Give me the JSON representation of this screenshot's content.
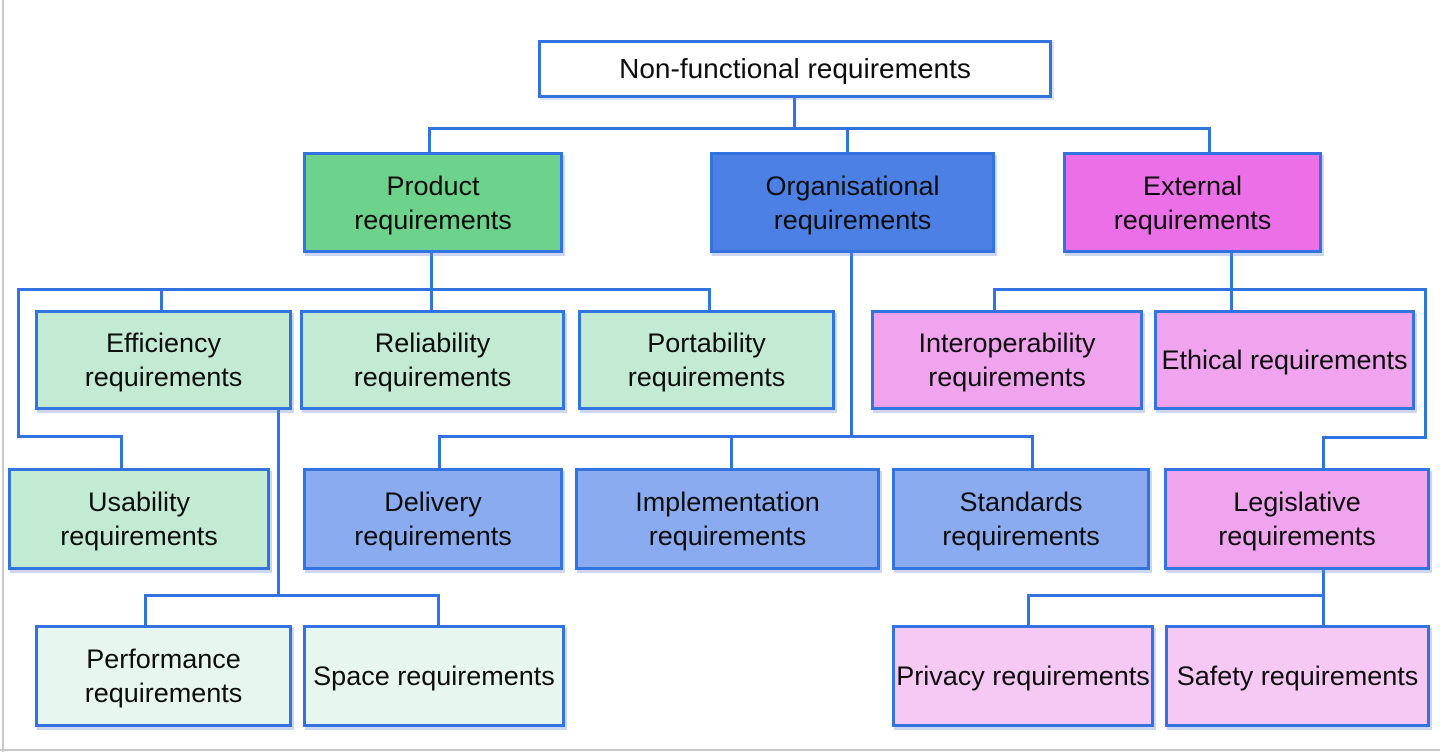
{
  "diagram": {
    "title": "Non-functional requirements",
    "type": "tree",
    "line_color": "#3273e0",
    "box_border_color": "#3273e0",
    "text_color": "#0d0d0d",
    "canvas_background": "#ffffff",
    "canvas_edge_color": "#c9c9c9",
    "category_colors": {
      "root": "#ffffff",
      "product": "#6dd28c",
      "organisational": "#4d80e4",
      "external": "#eb6fe6",
      "product_children": "#c3ead3",
      "organisational_children": "#8babf1",
      "external_children": "#f0a4ee",
      "efficiency_children": "#e7f6ee",
      "legislative_children": "#f5c9f3"
    }
  },
  "nodes": {
    "root": {
      "label": "Non-functional requirements",
      "fill": "#ffffff"
    },
    "product": {
      "label": "Product requirements",
      "fill": "#6dd28c"
    },
    "organisational": {
      "label": "Organisational requirements",
      "fill": "#4d80e4"
    },
    "external": {
      "label": "External requirements",
      "fill": "#eb6fe6"
    },
    "efficiency": {
      "label": "Efficiency requirements",
      "fill": "#c3ead3"
    },
    "reliability": {
      "label": "Reliability requirements",
      "fill": "#c3ead3"
    },
    "portability": {
      "label": "Portability requirements",
      "fill": "#c3ead3"
    },
    "interoperability": {
      "label": "Interoperability requirements",
      "fill": "#f0a4ee"
    },
    "ethical": {
      "label": "Ethical requirements",
      "fill": "#f0a4ee"
    },
    "usability": {
      "label": "Usability requirements",
      "fill": "#c3ead3"
    },
    "delivery": {
      "label": "Delivery requirements",
      "fill": "#8babf1"
    },
    "implementation": {
      "label": "Implementation requirements",
      "fill": "#8babf1"
    },
    "standards": {
      "label": "Standards requirements",
      "fill": "#8babf1"
    },
    "legislative": {
      "label": "Legislative requirements",
      "fill": "#f0a4ee"
    },
    "performance": {
      "label": "Performance requirements",
      "fill": "#e7f6ee"
    },
    "space": {
      "label": "Space requirements",
      "fill": "#e7f6ee"
    },
    "privacy": {
      "label": "Privacy requirements",
      "fill": "#f5c9f3"
    },
    "safety": {
      "label": "Safety requirements",
      "fill": "#f5c9f3"
    }
  },
  "hierarchy": {
    "Non-functional requirements": [
      "Product requirements",
      "Organisational requirements",
      "External requirements"
    ],
    "Product requirements": [
      "Usability requirements",
      "Efficiency requirements",
      "Reliability requirements",
      "Portability requirements"
    ],
    "Efficiency requirements": [
      "Performance requirements",
      "Space requirements"
    ],
    "Organisational requirements": [
      "Delivery requirements",
      "Implementation requirements",
      "Standards requirements"
    ],
    "External requirements": [
      "Interoperability requirements",
      "Ethical requirements",
      "Legislative requirements"
    ],
    "Legislative requirements": [
      "Privacy requirements",
      "Safety requirements"
    ]
  }
}
